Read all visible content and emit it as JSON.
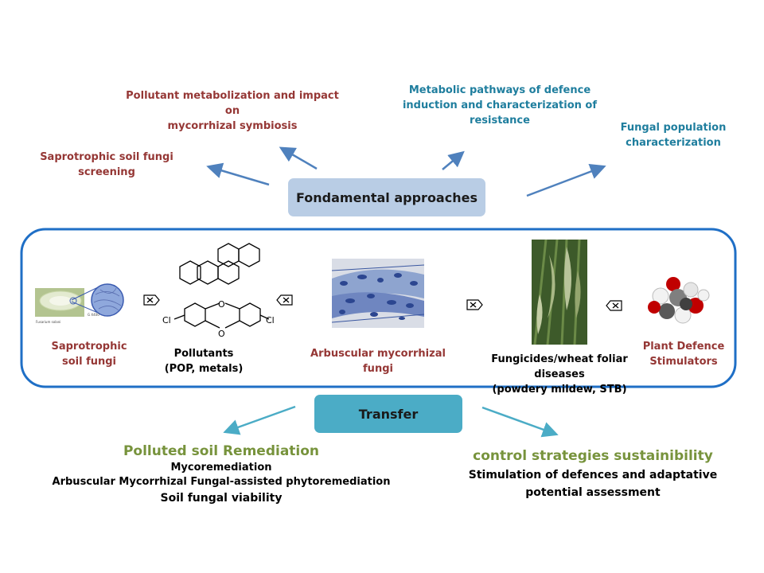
{
  "top": {
    "pollutant_metab": "Pollutant metabolization and impact on\nmycorrhizal symbiosis",
    "saprotrophic_screening": "Saprotrophic soil fungi screening",
    "metabolic_pathways": "Metabolic pathways of defence\ninduction and characterization of\nresistance",
    "fungal_population": "Fungal population\ncharacterization",
    "fondamental": "Fondamental approaches"
  },
  "panel": {
    "saprotrophic_fungi": "Saprotrophic\nsoil fungi",
    "pollutants": "Pollutants\n(POP, metals)",
    "arbuscular": "Arbuscular mycorrhizal\nfungi",
    "fungicides": "Fungicides/wheat foliar diseases\n(powdery mildew, STB)",
    "plant_defence": "Plant Defence\nStimulators",
    "cl_left": "Cl",
    "cl_right": "Cl",
    "o_top": "O",
    "o_bottom": "O",
    "petri_caption_left": "Fusarium solani",
    "petri_caption_right": "G X400"
  },
  "bottom": {
    "transfer": "Transfer",
    "remediation_title": "Polluted soil  Remediation",
    "mycoremediation": "Mycoremediation",
    "amf_phyto": "Arbuscular Mycorrhizal Fungal-assisted phytoremediation",
    "soil_viability": "Soil fungal viability",
    "control_title": "control strategies sustainibility",
    "stimulation": "Stimulation of defences and adaptative\npotential assessment"
  },
  "colors": {
    "red_text": "#953735",
    "teal_text": "#1f7e9e",
    "green_text": "#77933c",
    "fondamental_box": "#b9cde5",
    "transfer_box": "#4bacc6",
    "panel_border": "#1f6fc6",
    "top_arrows": "#4f81bd",
    "bottom_arrows": "#4bacc6"
  }
}
